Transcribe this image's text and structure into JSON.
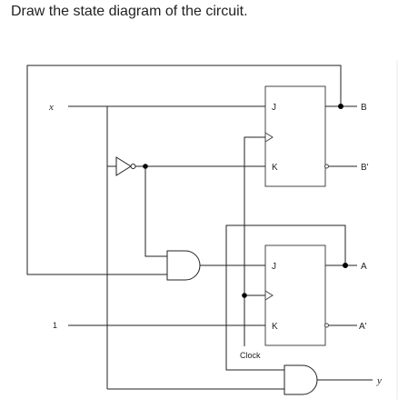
{
  "question": "Draw the state diagram of the circuit.",
  "inputs": {
    "x": "x",
    "one": "1"
  },
  "clock_label": "Clock",
  "flip_flops": {
    "top": {
      "j": "J",
      "k": "K",
      "q": "B",
      "q_not": "B'"
    },
    "bottom": {
      "j": "J",
      "k": "K",
      "q": "A",
      "q_not": "A'"
    }
  },
  "output_label": "y"
}
